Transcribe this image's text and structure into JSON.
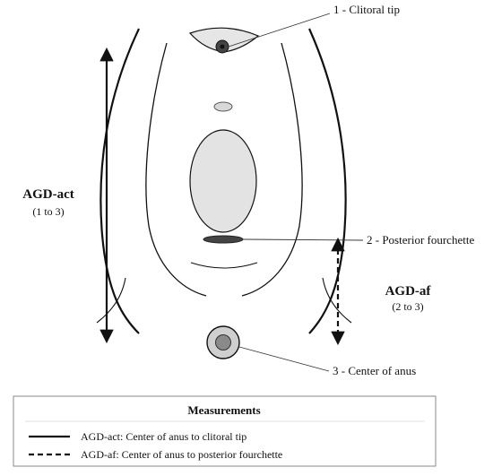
{
  "labels": {
    "clitoral_tip": "1 - Clitoral tip",
    "posterior_fourchette": "2 - Posterior fourchette",
    "center_of_anus": "3 - Center of anus"
  },
  "measurements": {
    "agd_act": {
      "name": "AGD-act",
      "range": "(1 to 3)"
    },
    "agd_af": {
      "name": "AGD-af",
      "range": "(2 to 3)"
    }
  },
  "legend": {
    "title": "Measurements",
    "items": [
      {
        "line_style": "solid",
        "text": "AGD-act: Center of anus to clitoral tip"
      },
      {
        "line_style": "dashed",
        "text": "AGD-af: Center of anus to posterior fourchette"
      }
    ]
  },
  "colors": {
    "stroke": "#111111",
    "light_fill": "#e6e6e6",
    "mid_fill": "#cfcfcf",
    "dark_fill": "#444444",
    "anus_inner": "#8a8a8a"
  }
}
